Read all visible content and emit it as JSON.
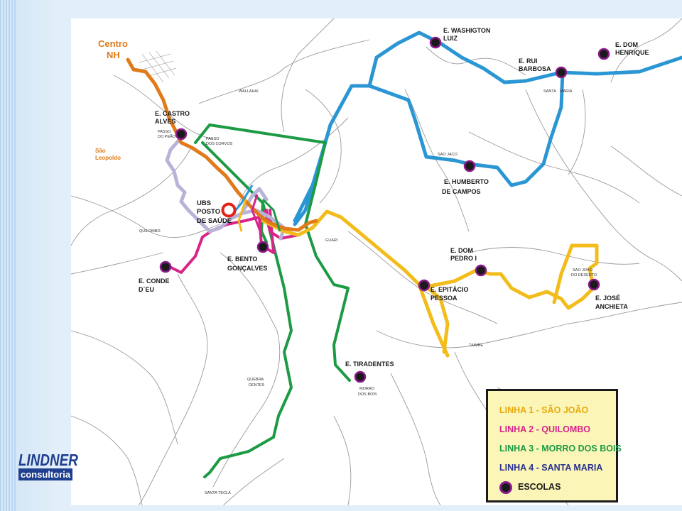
{
  "logo": {
    "word": "LINDNER",
    "sub": "consultoria"
  },
  "colors": {
    "linha1": "#f2bc1b",
    "linha2": "#d8248a",
    "linha3": "#1c9a44",
    "linha4": "#2b96d4",
    "centro": "#e07a1a",
    "ubs": "#b9b2d9",
    "school_ring": "#8b1a8b",
    "ubs_marker": "#e32119"
  },
  "titles": {
    "centro": [
      "Centro",
      "NH"
    ],
    "sao_leopoldo": [
      "São",
      "Leopoldo"
    ]
  },
  "ubs": [
    "UBS",
    "POSTO",
    "DE SAÚDE"
  ],
  "schools": [
    {
      "id": "castro-alves",
      "label": [
        "E. CASTRO",
        "ALVES"
      ]
    },
    {
      "id": "washington-luiz",
      "label": [
        "E. WASHIGTON",
        "LUIZ"
      ]
    },
    {
      "id": "rui-barbosa",
      "label": [
        "E. RUI",
        "BARBOSA"
      ]
    },
    {
      "id": "dom-henrique",
      "label": [
        "E. DOM",
        "HENRIQUE"
      ]
    },
    {
      "id": "humberto-de-campos",
      "label": [
        "E. HUMBERTO",
        "DE CAMPOS"
      ]
    },
    {
      "id": "bento-goncalves",
      "label": [
        "E. BENTO",
        "GONÇALVES"
      ]
    },
    {
      "id": "conde-deu",
      "label": [
        "E. CONDE",
        "D´EU"
      ]
    },
    {
      "id": "dom-pedro-i",
      "label": [
        "E. DOM",
        "PEDRO I"
      ]
    },
    {
      "id": "epitacio-pessoa",
      "label": [
        "E. EPITÁCIO",
        "PESSOA"
      ]
    },
    {
      "id": "jose-anchieta",
      "label": [
        "E. JOSÉ",
        "ANCHIETA"
      ]
    },
    {
      "id": "tiradentes",
      "label": [
        "E. TIRADENTES"
      ]
    }
  ],
  "places": [
    {
      "id": "wallahai",
      "label": [
        "WALLAHAI"
      ]
    },
    {
      "id": "passo-do-peao",
      "label": [
        "PASSO",
        "DO PEÃO"
      ]
    },
    {
      "id": "passo-dos-corvos",
      "label": [
        "PASSO",
        "DOS CORVOS"
      ]
    },
    {
      "id": "santa-maria",
      "label": [
        "SANTA",
        "MARIA"
      ]
    },
    {
      "id": "sao-jaco",
      "label": [
        "SAO JACO"
      ]
    },
    {
      "id": "quilombo",
      "label": [
        "QUILOMBO"
      ]
    },
    {
      "id": "guari",
      "label": [
        "GUARI"
      ]
    },
    {
      "id": "sao-joao-do-deserto",
      "label": [
        "SAO JOAO",
        "DO DESERTO"
      ]
    },
    {
      "id": "taimbe",
      "label": [
        "TAIMBE"
      ]
    },
    {
      "id": "quebra-dentes",
      "label": [
        "QUEBRA",
        "DENTES"
      ]
    },
    {
      "id": "morro-dos-bois",
      "label": [
        "MORRO",
        "DOS BOIS"
      ]
    },
    {
      "id": "santa-tecla",
      "label": [
        "SANTA TECLA"
      ]
    }
  ],
  "legend": {
    "linha1": "LINHA 1 - SÃO JOÃO",
    "linha2": "LINHA 2 - QUILOMBO",
    "linha3": "LINHA 3 - MORRO DOS BOIS",
    "linha4": "LINHA 4 - SANTA MARIA",
    "schools": "ESCOLAS"
  }
}
